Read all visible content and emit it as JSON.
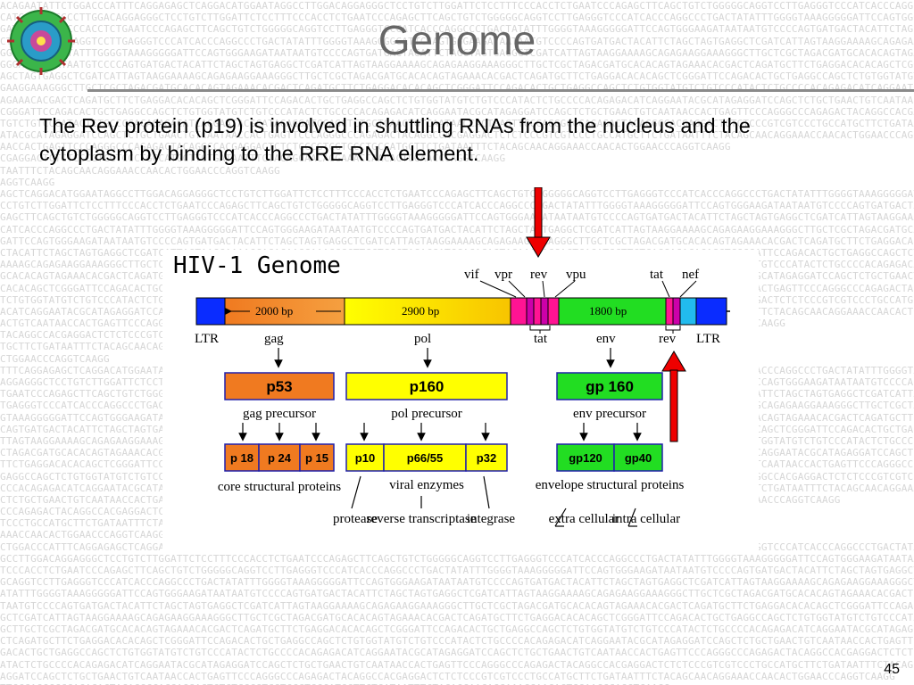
{
  "slide": {
    "title": "Genome",
    "body": "The Rev protein (p19) is involved in shuttling RNAs from the nucleus and the cytoplasm by binding to the RRE RNA element.",
    "page_number": "45"
  },
  "diagram": {
    "title": "HIV-1 Genome",
    "segment_labels": [
      "2000 bp",
      "2900 bp",
      "1800 bp"
    ],
    "ltr_labels": [
      "LTR",
      "LTR"
    ],
    "top_gene_labels": [
      "vif",
      "vpr",
      "rev",
      "vpu",
      "tat",
      "nef"
    ],
    "bottom_gene_labels": [
      "gag",
      "pol",
      "tat",
      "env",
      "rev"
    ],
    "precursors": [
      {
        "name": "p53",
        "caption": "gag precursor",
        "products": [
          "p 18",
          "p 24",
          "p 15"
        ],
        "products_caption": "core structural proteins",
        "color": "#f2802a"
      },
      {
        "name": "p160",
        "caption": "pol precursor",
        "products": [
          "p10",
          "p66/55",
          "p32"
        ],
        "products_caption": "viral enzymes",
        "color": "#ffff00"
      },
      {
        "name": "gp 160",
        "caption": "env precursor",
        "products": [
          "gp120",
          "gp40"
        ],
        "products_caption": "envelope structural proteins",
        "color": "#22dd22"
      }
    ],
    "enzyme_names": [
      "protease",
      "reverse transcriptase",
      "integrase"
    ],
    "env_subnames": [
      "extra cellular",
      "intra cellular"
    ]
  },
  "colors": {
    "ltr": "#0a2cff",
    "gag": "#f07a20",
    "pol": "#ffff00",
    "env": "#22dd22",
    "accessory": "#ff1493",
    "accessory_dark": "#cc00aa",
    "highlight_arrow": "#ee0000",
    "title_text": "#666666"
  },
  "background_sequence": "ACAGAATATTCTGGACCCATTTCAGGAGAGCTCAGGACATGGAATAGGCCTTGGACAGGAGGGCTCCTGTCTTGGATTCTCCTTTCCCACCTCTGAATCCCAGAGCTTCAGCTGTCTGGGGGCAGGTCCTTGAGGGTCCCATCACCCAGGCCCTGACTATATTTGGGGTAAAGGGGGATTCCAGTGGGAAGATAATAATGTCCCCAGTGATGACTACATTCTAGCTAGTGAGGCTCGATCATTAGTAAGGAAAAGCAGAGAAGGAAAGGGCTTGCTCGCTAGACGATGCACACAGTAGAAACACGACTCAGATGCTTCTGAGGACACACAGCTCGGGATTCCAGACACTGCTGAGGCCAGCTCTGTGGTATGTCTGTCCCATACTCTGCCCCACAGAGACATCAGGAATACGCATAGAGGATCCAGCTCTGCTGAACTGTCAATAACCACTGAGTTCCCAGGGCCCAGAGACTACAGGCCACGAGGACTCTCTCCCGTCGTCCCTGCCATGCTTCTGATAATTTCTACAGCAACAGGAAACCAACACTGGAACCCAGGTCAAGG"
}
